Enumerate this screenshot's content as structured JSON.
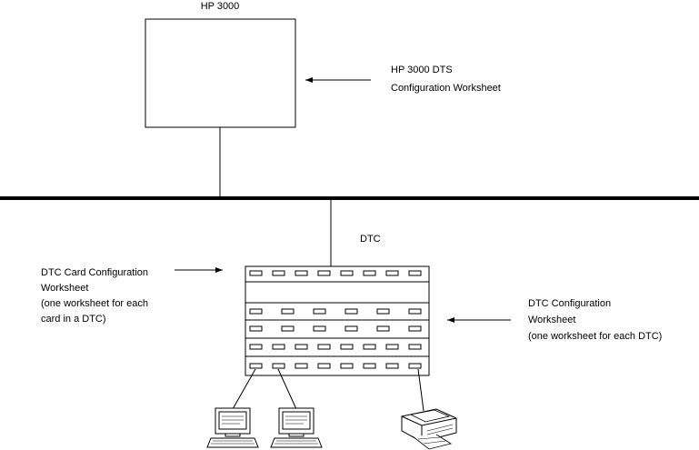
{
  "labels": {
    "host_title": "HP 3000",
    "dts_worksheet": [
      "HP 3000 DTS",
      "Configuration Worksheet"
    ],
    "dtc_title": "DTC",
    "card_worksheet": [
      "DTC Card Configuration",
      "Worksheet",
      "(one worksheet for each",
      "card in a DTC)"
    ],
    "dtc_worksheet": [
      "DTC Configuration",
      "Worksheet",
      "(one worksheet for each DTC)"
    ]
  },
  "icons": {
    "terminal": "terminal-icon",
    "printer": "printer-icon"
  }
}
